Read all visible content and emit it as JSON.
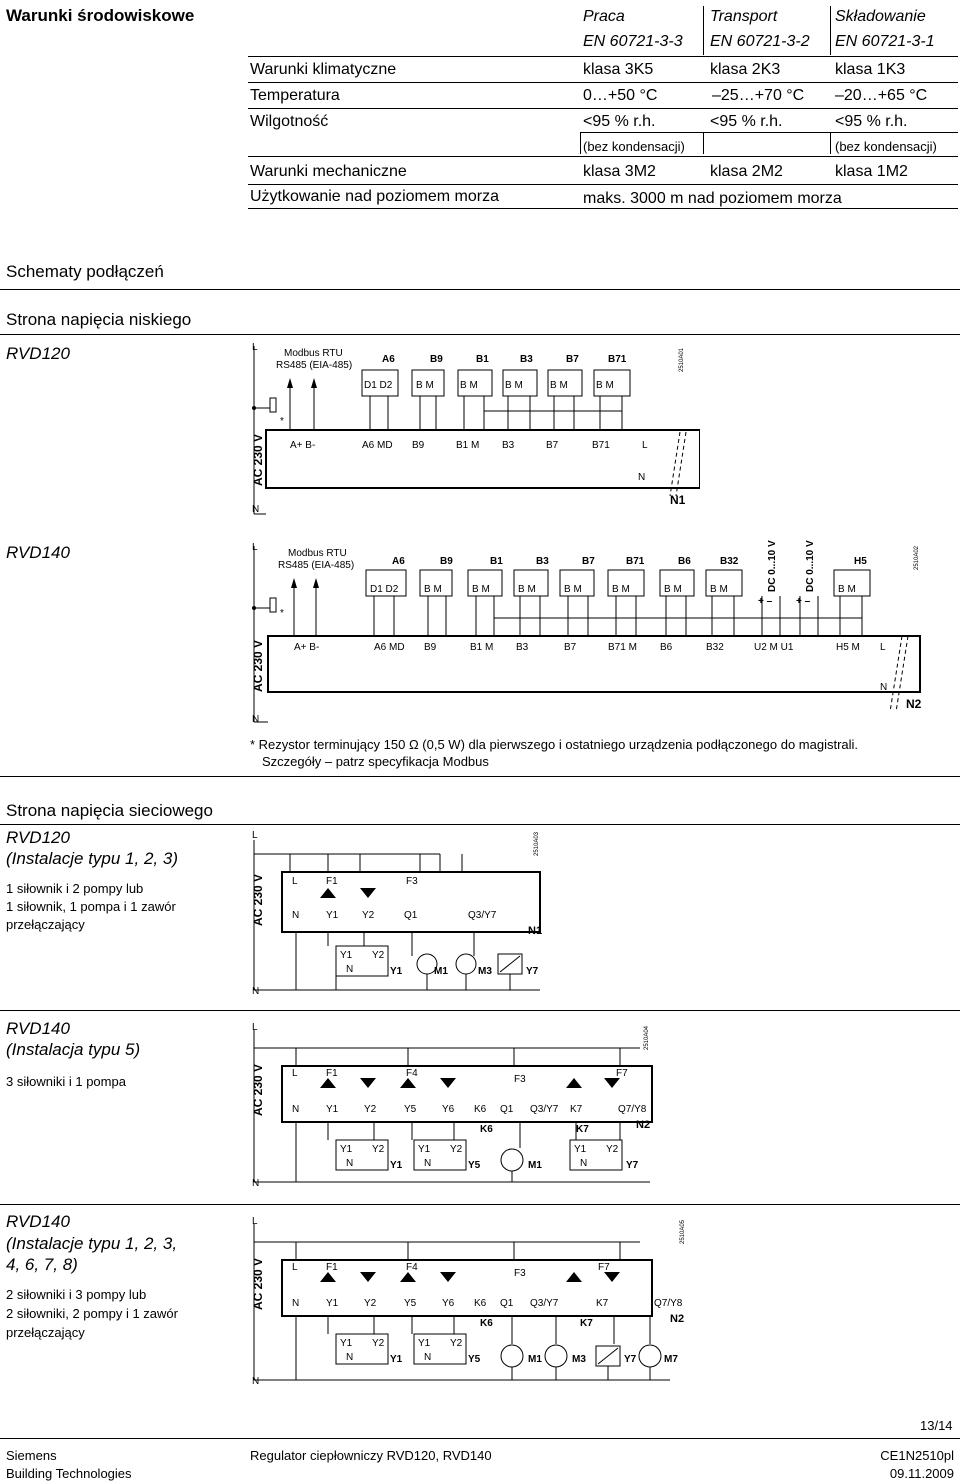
{
  "env": {
    "title": "Warunki środowiskowe",
    "cols": [
      {
        "name": "Praca",
        "std": "EN 60721-3-3"
      },
      {
        "name": "Transport",
        "std": "EN 60721-3-2"
      },
      {
        "name": "Składowanie",
        "std": "EN 60721-3-1"
      }
    ],
    "rows": [
      {
        "label": "Warunki klimatyczne",
        "c1": "klasa 3K5",
        "c2": "klasa 2K3",
        "c3": "klasa 1K3"
      },
      {
        "label": "Temperatura",
        "c1": "0…+50 °C",
        "c2": "–25…+70 °C",
        "c3": "–20…+65 °C"
      },
      {
        "label": "Wilgotność",
        "c1": "<95 % r.h.",
        "c2": "<95 % r.h.",
        "c3": "<95 % r.h."
      },
      {
        "label": "",
        "c1": "(bez kondensacji)",
        "c2": "",
        "c3": "(bez kondensacji)"
      },
      {
        "label": "Warunki mechaniczne",
        "c1": "klasa 3M2",
        "c2": "klasa 2M2",
        "c3": "klasa 1M2"
      },
      {
        "label": "Użytkowanie nad poziomem morza",
        "c1": "maks. 3000 m nad poziomem morza",
        "c2": "",
        "c3": ""
      }
    ]
  },
  "schematy": {
    "title": "Schematy podłączeń",
    "low_voltage_title": "Strona napięcia niskiego",
    "rvd120_label": "RVD120",
    "rvd140_label": "RVD140",
    "footnote_line1": "* Rezystor terminujący 150 Ω (0,5 W) dla pierwszego i ostatniego urządzenia podłączonego do magistrali.",
    "footnote_line2": "Szczegóły – patrz specyfikacja Modbus",
    "mains_title": "Strona napięcia sieciowego",
    "m1_title1": "RVD120",
    "m1_title2": "(Instalacje typu 1, 2, 3)",
    "m1_desc": [
      "1 siłownik i 2 pompy lub",
      "1 siłownik, 1 pompa i 1 zawór",
      "przełączający"
    ],
    "m2_title1": "RVD140",
    "m2_title2": "(Instalacja typu 5)",
    "m2_desc": [
      "3 siłowniki i 1 pompa"
    ],
    "m3_title1": "RVD140",
    "m3_title2": "(Instalacje typu 1, 2, 3,",
    "m3_title3": "4, 6, 7, 8)",
    "m3_desc": [
      "2 siłowniki i 3 pompy lub",
      "2 siłowniki, 2 pompy i 1 zawór",
      "przełączający"
    ]
  },
  "diagram_text": {
    "modbus1": "Modbus RTU",
    "modbus2": "RS485 (EIA-485)",
    "ac230": "AC 230 V",
    "L": "L",
    "N": "N",
    "N1": "N1",
    "N2": "N2",
    "star": "*",
    "code_a01": "2510A01",
    "code_a02": "2510A02",
    "code_a03": "2510A03",
    "code_a04": "2510A04",
    "code_a05": "2510A05",
    "dc1": "DC 0...10 V",
    "dc2": "DC 0...10 V"
  },
  "footer": {
    "page": "13/14",
    "company1": "Siemens",
    "company2": "Building Technologies",
    "doc_title": "Regulator ciepłowniczy RVD120, RVD140",
    "doc_code": "CE1N2510pl",
    "doc_date": "09.11.2009"
  }
}
